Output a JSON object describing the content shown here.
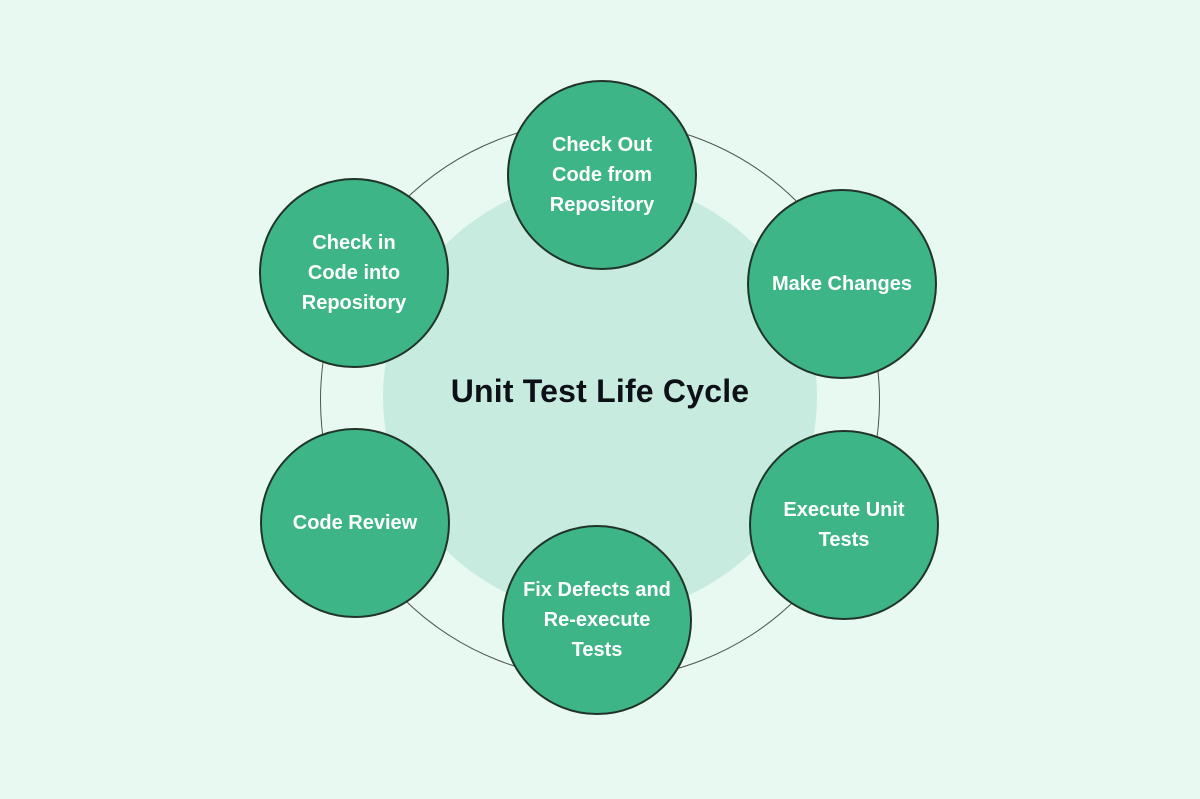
{
  "diagram": {
    "title": "Unit Test Life Cycle",
    "nodes": [
      {
        "id": "check-out-code",
        "position": "top",
        "label": "Check Out\nCode from\nRepository"
      },
      {
        "id": "make-changes",
        "position": "top-right",
        "label": "Make Changes"
      },
      {
        "id": "execute-unit-tests",
        "position": "bottom-right",
        "label": "Execute Unit\nTests"
      },
      {
        "id": "fix-defects",
        "position": "bottom",
        "label": "Fix Defects and\nRe-execute\nTests"
      },
      {
        "id": "code-review",
        "position": "bottom-left",
        "label": "Code Review"
      },
      {
        "id": "check-in-code",
        "position": "top-left",
        "label": "Check in\nCode into\nRepository"
      }
    ],
    "colors": {
      "background": "#e8f9f2",
      "node_fill": "#3db586",
      "node_border": "#20342a",
      "node_text": "#ffffff",
      "center_fill": "#c7ecdf",
      "ring_stroke": "#4d544f",
      "title_text": "#0d1117"
    }
  }
}
